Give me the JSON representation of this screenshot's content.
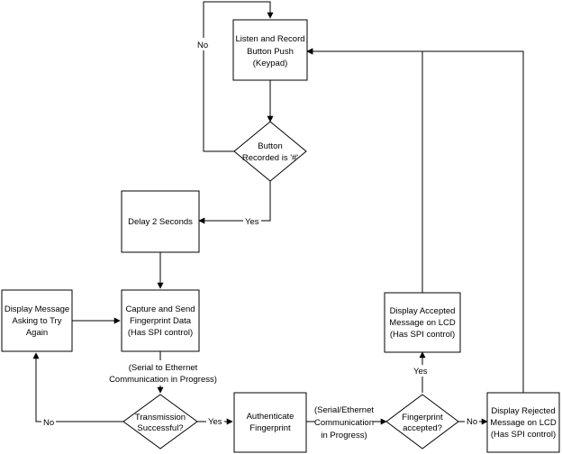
{
  "nodes": {
    "listen": [
      "Listen and Record",
      "Button Push",
      "(Keypad)"
    ],
    "button_check": [
      "Button",
      "Recorded is '#'"
    ],
    "delay": [
      "Delay 2 Seconds"
    ],
    "capture": [
      "Capture and Send",
      "Fingerprint Data",
      "(Has SPI control)"
    ],
    "retry": [
      "Display Message",
      "Asking to Try",
      "Again"
    ],
    "transmission": [
      "Transmission",
      "Successful?"
    ],
    "authenticate": [
      "Authenticate",
      "Fingerprint"
    ],
    "accepted_check": [
      "Fingerprint",
      "accepted?"
    ],
    "display_accepted": [
      "Display Accepted",
      "Message on LCD",
      "(Has SPI control)"
    ],
    "display_rejected": [
      "Display Rejected",
      "Message on LCD",
      "(Has SPI control)"
    ]
  },
  "annotations": {
    "serial_ethernet": [
      "(Serial to Ethernet",
      "Communication in Progress)"
    ],
    "serial_ethernet_2": [
      "(Serial/Ethernet",
      "Communication",
      "in Progress)"
    ]
  },
  "edge_labels": {
    "button_no": "No",
    "button_yes": "Yes",
    "transmission_no": "No",
    "transmission_yes": "Yes",
    "accepted_yes": "Yes",
    "accepted_no": "No"
  },
  "colors": {
    "stroke": "#000000",
    "fill": "#ffffff",
    "background": "#ffffff"
  }
}
